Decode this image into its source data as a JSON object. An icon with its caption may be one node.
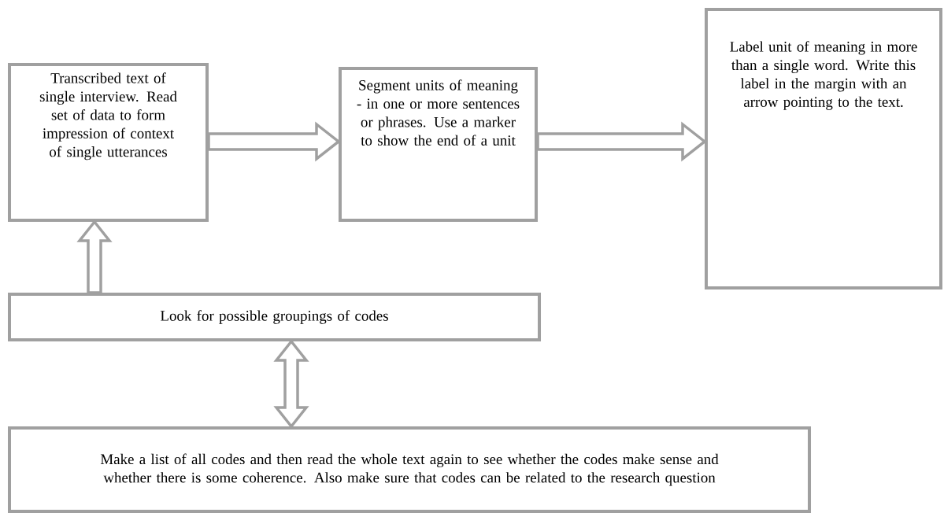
{
  "diagram": {
    "nodes": [
      {
        "text": [
          "Transcribed text of single interview. Read set of data to form impression of context of single utterances"
        ]
      },
      {
        "text": [
          "Segment units of meaning - in one or more sentences or phrases. Use a marker to show the end of a unit"
        ]
      },
      {
        "text": [
          "Label unit of meaning in more than a single word. Write this label in the margin with an arrow pointing to the text."
        ]
      },
      {
        "text": [
          "Look for possible groupings of codes"
        ]
      },
      {
        "text": [
          "Make a list of all codes and then read the whole text again to see whether the codes make sense and whether there is some coherence. Also make sure that codes can be related to the research question"
        ]
      }
    ],
    "edges": [
      {
        "from": 0,
        "to": 1,
        "arrow": "to",
        "style": "thick"
      },
      {
        "from": 1,
        "to": 2,
        "arrow": "to",
        "style": "thick"
      },
      {
        "from": 3,
        "to": 0,
        "arrow": "to",
        "style": "thick"
      },
      {
        "from": 3,
        "to": 4,
        "arrow": "both",
        "style": "thick"
      }
    ]
  }
}
